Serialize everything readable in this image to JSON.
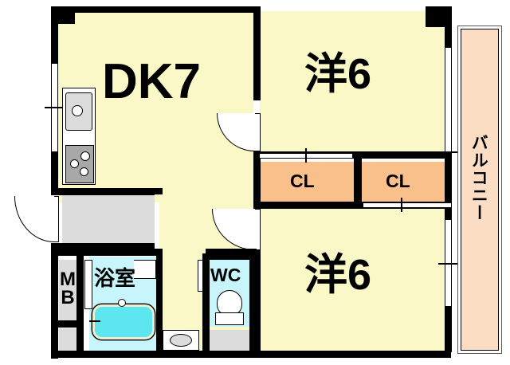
{
  "plan": {
    "type": "japanese-floor-plan",
    "layout_name": "2DK",
    "background_color": "#ffffff",
    "wall_color": "#000000",
    "colors": {
      "living_fill": "#fbf8c8",
      "closet_fill": "#fac08c",
      "balcony_fill": "#fbddc3",
      "wet_area_fill": "#c8f4fb",
      "floor_gray": "#dcdcdc",
      "bathtub_fill": "#5ee6f0"
    },
    "rooms": [
      {
        "id": "dk7",
        "label": "DK7",
        "meaning": "Dining-Kitchen 7 tatami"
      },
      {
        "id": "washitsu_ne",
        "label": "洋6",
        "meaning": "Western-style room 6 tatami (northeast)"
      },
      {
        "id": "washitsu_se",
        "label": "洋6",
        "meaning": "Western-style room 6 tatami (southeast)"
      },
      {
        "id": "closet_left",
        "label": "CL",
        "meaning": "Closet"
      },
      {
        "id": "closet_right",
        "label": "CL",
        "meaning": "Closet"
      },
      {
        "id": "bath",
        "label": "浴室",
        "meaning": "Bathroom"
      },
      {
        "id": "toilet",
        "label": "WC",
        "meaning": "Water closet / toilet"
      },
      {
        "id": "meterbox",
        "label": "MB",
        "meaning": "Meter box"
      },
      {
        "id": "balcony",
        "label": "バルコニー",
        "meaning": "Balcony"
      }
    ],
    "fixtures": [
      {
        "id": "kitchen-sink",
        "name": "sink-icon"
      },
      {
        "id": "gas-stove",
        "name": "stove-icon"
      },
      {
        "id": "bathtub",
        "name": "bathtub-icon"
      },
      {
        "id": "toilet-bowl",
        "name": "toilet-icon"
      },
      {
        "id": "wash-basin",
        "name": "washbasin-icon"
      },
      {
        "id": "entrance-door",
        "name": "entrance-door-icon"
      }
    ]
  }
}
